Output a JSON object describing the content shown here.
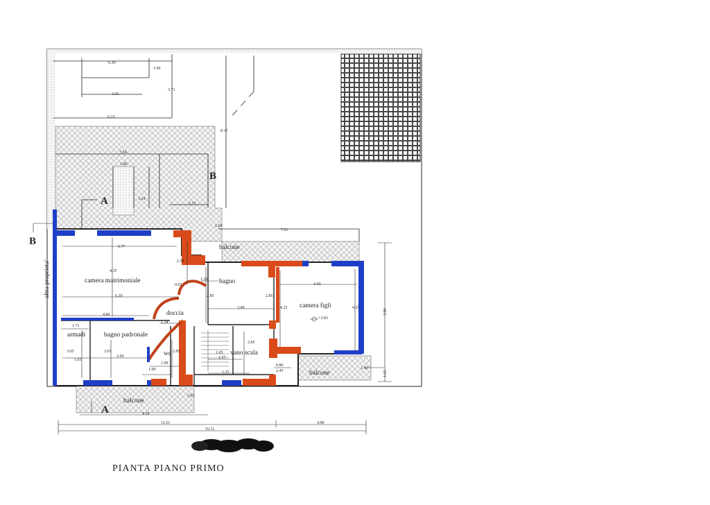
{
  "title": "PIANTA PIANO PRIMO",
  "redacted_label": "",
  "section_marks": {
    "a_top": "A",
    "a_bottom": "A",
    "b_left": "B",
    "b_right": "B"
  },
  "neighbor_label": "altra proprieta'",
  "rooms": {
    "camera_matrimoniale": "camera matrimoniale",
    "bagno": "bagno",
    "camera_figli": "camera figli",
    "doccia": "doccia",
    "armadi": "armadi",
    "bagno_padronale": "bagno padronale",
    "wc": "wc",
    "vano_scala": "vano scala",
    "balcone_top": "balcone",
    "balcone_bottom": "balcone",
    "balcone_right": "balcone"
  },
  "level_mark": "+3.83",
  "dims": {
    "d639": "6.39",
    "d100a": "1.00",
    "d365": "3.65",
    "d371": "3.71",
    "d623": "6.23",
    "d817": "8.17",
    "d734": "7.34",
    "d100b": "1.00",
    "d324": "3.24",
    "d272": "2.72",
    "d169": "1.69",
    "d761": "7.61",
    "d677": "6.77",
    "d250": "2.50",
    "d435": "4.35",
    "d065": "0.65",
    "d120": "1.20",
    "d285a": "2.85",
    "d620": "6.20",
    "d340": "3.40",
    "d285b": "2.85",
    "d425a": "4.25",
    "d450": "4.50",
    "d425b": "4.25",
    "d486": "4.86",
    "d124": "1.24",
    "d171": "1.71",
    "d305a": "3.05",
    "d305b": "3.05",
    "d269": "2.69",
    "d165": "1.65",
    "d285c": "2.85",
    "d199": "1.99",
    "d105a": "1.05",
    "d157": "1.57",
    "d285d": "2.85",
    "d100c": "1.00",
    "d135": "1.35",
    "d080": "0.80",
    "d245": "2.45",
    "d140": "1.40",
    "d105b": "1.05",
    "d418": "4.18",
    "d1151": "11.51",
    "d490": "4.90",
    "d1631": "16.31",
    "d390": "3.90",
    "d165b": "1.65"
  },
  "colors": {
    "wall_new": "#d94b1a",
    "wall_window": "#1f3ec7",
    "hatch": "#9a9a9a",
    "line": "#222222"
  }
}
